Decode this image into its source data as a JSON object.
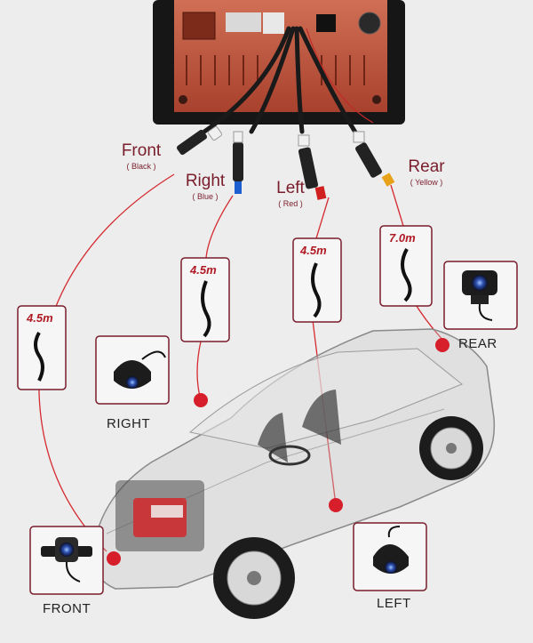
{
  "colors": {
    "accent": "#7a1d2b",
    "line": "#d42a30",
    "dot": "#d61f2a"
  },
  "cables": {
    "front": {
      "name": "Front",
      "color": "( Black )"
    },
    "right": {
      "name": "Right",
      "color": "( Blue )"
    },
    "left": {
      "name": "Left",
      "color": "( Red )"
    },
    "rear": {
      "name": "Rear",
      "color": "( Yellow )"
    }
  },
  "lengths": {
    "front": "4.5m",
    "right": "4.5m",
    "left": "4.5m",
    "rear": "7.0m"
  },
  "cameras": {
    "front": "FRONT",
    "right": "RIGHT",
    "left": "LEFT",
    "rear": "REAR"
  }
}
